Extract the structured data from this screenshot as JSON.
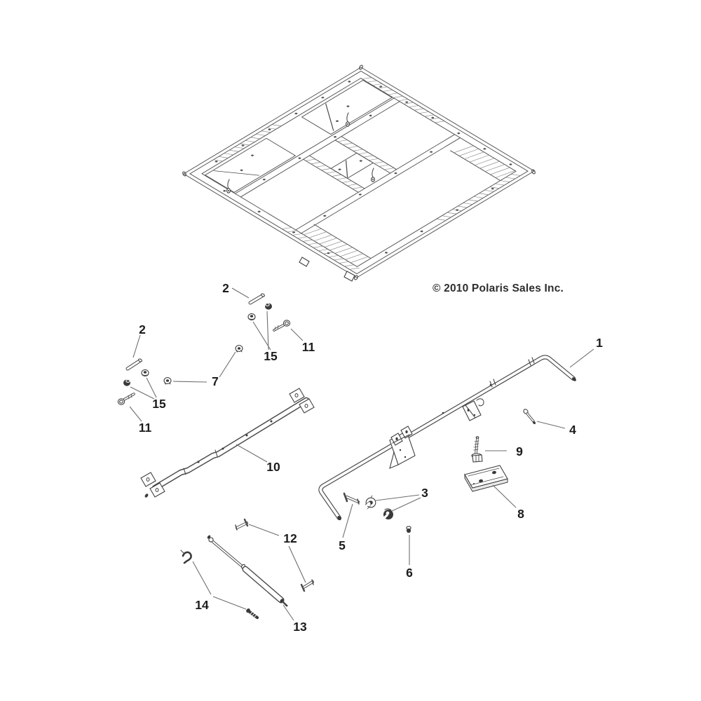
{
  "diagram": {
    "type": "exploded-parts-diagram",
    "subject": "cargo box frame and pivot assembly",
    "copyright": "© 2010 Polaris Sales Inc.",
    "colors": {
      "line": "#4a4a4a",
      "leader": "#6e6e6e",
      "label": "#1b1b1b",
      "background": "#ffffff"
    },
    "callouts": [
      {
        "ref": "1",
        "part": "pivot-rail-tube"
      },
      {
        "ref": "2",
        "part": "pivot-pin-upper"
      },
      {
        "ref": "2",
        "part": "pivot-pin-left"
      },
      {
        "ref": "3",
        "part": "tube-clamp-halves"
      },
      {
        "ref": "4",
        "part": "clevis-pin-right"
      },
      {
        "ref": "5",
        "part": "clevis-pin-front"
      },
      {
        "ref": "6",
        "part": "button-screw"
      },
      {
        "ref": "7",
        "part": "flange-nuts"
      },
      {
        "ref": "8",
        "part": "anchor-plate"
      },
      {
        "ref": "9",
        "part": "hex-flange-bolt"
      },
      {
        "ref": "10",
        "part": "support-crossbar"
      },
      {
        "ref": "11",
        "part": "flange-bolt-upper"
      },
      {
        "ref": "11",
        "part": "flange-bolt-left"
      },
      {
        "ref": "12",
        "part": "strut-clevis-pins"
      },
      {
        "ref": "13",
        "part": "gas-spring-strut"
      },
      {
        "ref": "14",
        "part": "retainer-clip-and-screw"
      },
      {
        "ref": "15",
        "part": "bushings-upper-pair"
      },
      {
        "ref": "15",
        "part": "bushings-left-pair"
      }
    ]
  }
}
